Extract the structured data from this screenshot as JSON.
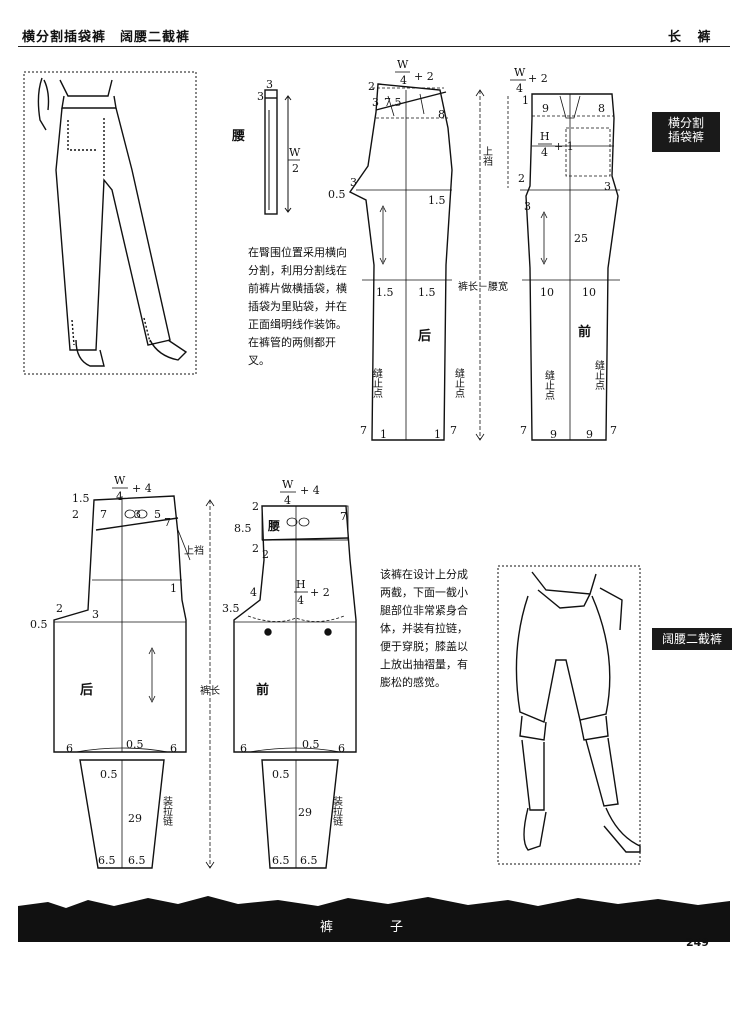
{
  "header": {
    "left_title": "横分割插袋裤　阔腰二截裤",
    "right_title": "长 裤"
  },
  "side_tabs": {
    "tab1_line1": "横分割",
    "tab1_line2": "插袋裤",
    "tab2": "阔腰二截裤"
  },
  "descriptions": {
    "desc1": "在臀围位置采用横向分割，利用分割线在前裤片做横插袋，横插袋为里贴袋，并在正面缉明线作装饰。在裤管的两侧都开叉。",
    "desc2": "该裤在设计上分成两截，下面一截小腿部位非常紧身合体，并装有拉链，便于穿脱；膝盖以上放出抽褶量，有膨松的感觉。"
  },
  "diagram1": {
    "waistband": {
      "label": "腰",
      "top": "3",
      "side": "3",
      "width_num": "W",
      "width_den": "2"
    },
    "back": {
      "label": "后",
      "waist_num": "W",
      "waist_den": "4",
      "waist_add": "+ 2",
      "m2": "2",
      "m3a": "3",
      "m75": "7.5",
      "m8": "8",
      "m3b": "3",
      "m05": "0.5",
      "m15a": "1.5",
      "knee_l": "1.5",
      "knee_r": "1.5",
      "stop": "缝止点",
      "stop2": "缝止点",
      "hem_l": "7",
      "hem_1a": "1",
      "hem_1b": "1",
      "hem_r": "7"
    },
    "front": {
      "label": "前",
      "waist_num": "W",
      "waist_den": "4",
      "waist_add": "+ 2",
      "m1": "1",
      "m9": "9",
      "m8": "8",
      "hip_num": "H",
      "hip_den": "4",
      "hip_add": "+ 1",
      "m2": "2",
      "m3a": "3",
      "m3b": "3",
      "m25": "25",
      "knee_l": "10",
      "knee_r": "10",
      "stop": "缝止点",
      "stop2": "缝止点",
      "hem_l": "7",
      "hem_9a": "9",
      "hem_9b": "9",
      "hem_r": "7"
    },
    "rise_label": "上裆",
    "length_label": "裤长－腰宽"
  },
  "diagram2": {
    "back": {
      "label": "后",
      "waist_num": "W",
      "waist_den": "4",
      "waist_add": "+ 4",
      "m15": "1.5",
      "m2": "2",
      "m7a": "7",
      "m3": "3",
      "m5": "5",
      "m7b": "7",
      "m1": "1",
      "m2b": "2",
      "m3b": "3",
      "m05": "0.5",
      "m6a": "6",
      "m05b": "0.5",
      "m6b": "6",
      "lower_05": "0.5",
      "lower_29": "29",
      "zip": "装拉链",
      "hem_a": "6.5",
      "hem_b": "6.5"
    },
    "front": {
      "label": "前",
      "waistband": "腰",
      "waist_num": "W",
      "waist_den": "4",
      "waist_add": "+ 4",
      "m2": "2",
      "m85": "8.5",
      "m7": "7",
      "m2a": "2",
      "m2b": "2",
      "hip_num": "H",
      "hip_den": "4",
      "hip_add": "+ 2",
      "m4": "4",
      "m35": "3.5",
      "m6a": "6",
      "m05": "0.5",
      "m6b": "6",
      "lower_05": "0.5",
      "lower_29": "29",
      "zip": "装拉链",
      "hem_a": "6.5",
      "hem_b": "6.5"
    },
    "rise_label": "上裆",
    "length_label": "裤长"
  },
  "footer": {
    "band_text": "裤　子",
    "page_number": "249"
  }
}
